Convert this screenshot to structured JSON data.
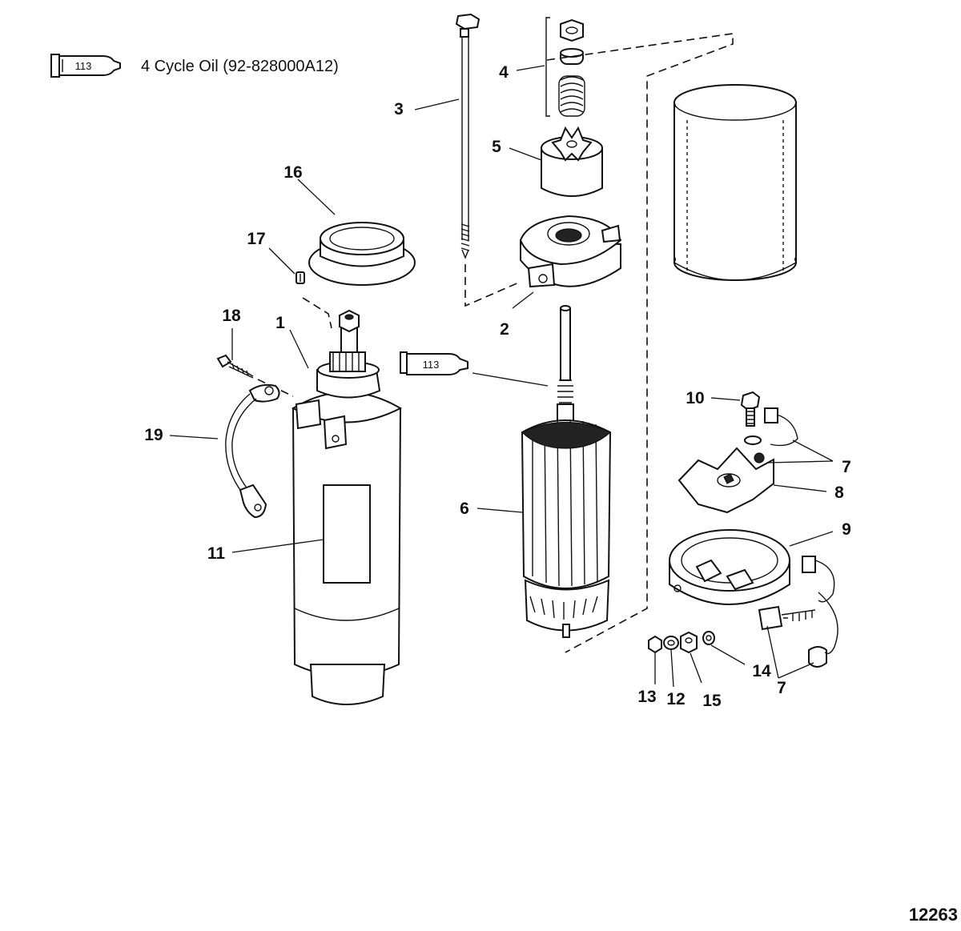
{
  "legend": {
    "tube_code": "113",
    "description": "4 Cycle Oil (92-828000A12)"
  },
  "figure_number": "12263",
  "callouts": {
    "c1": "1",
    "c2": "2",
    "c3": "3",
    "c4": "4",
    "c5": "5",
    "c6": "6",
    "c7a": "7",
    "c7b": "7",
    "c8": "8",
    "c9": "9",
    "c10": "10",
    "c11": "11",
    "c12": "12",
    "c13": "13",
    "c14": "14",
    "c15": "15",
    "c16": "16",
    "c17": "17",
    "c18": "18",
    "c19": "19"
  },
  "lube_tube_code": "113"
}
